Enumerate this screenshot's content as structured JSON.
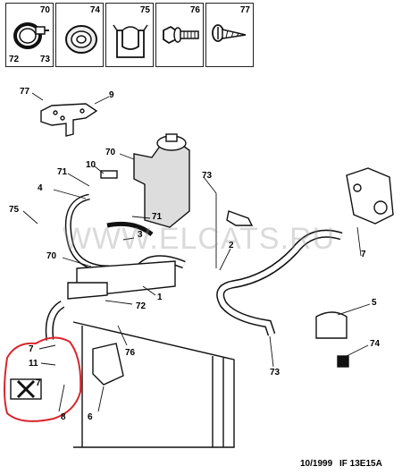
{
  "legend": {
    "cells": [
      {
        "tr": "70",
        "tl": "",
        "bl": "72",
        "br": "73",
        "icon": "hose-clamp-icon"
      },
      {
        "tr": "74",
        "tl": "",
        "bl": "",
        "br": "",
        "icon": "grommet-washer-icon"
      },
      {
        "tr": "75",
        "tl": "",
        "bl": "",
        "br": "",
        "icon": "plastic-clip-icon"
      },
      {
        "tr": "76",
        "tl": "",
        "bl": "",
        "br": "",
        "icon": "bolt-icon"
      },
      {
        "tr": "77",
        "tl": "",
        "bl": "",
        "br": "",
        "icon": "screw-icon"
      }
    ]
  },
  "callouts": {
    "c77": "77",
    "c9": "9",
    "c70a": "70",
    "c10": "10",
    "c71a": "71",
    "c73a": "73",
    "c4": "4",
    "c71b": "71",
    "c75": "75",
    "c3": "3",
    "c70b": "70",
    "c2": "2",
    "c1": "1",
    "c72": "72",
    "c7a": "7",
    "c76": "76",
    "c5": "5",
    "c7b": "7",
    "c11": "11",
    "c74": "74",
    "c73b": "73",
    "c8": "8",
    "c6": "6",
    "c7c": "7"
  },
  "watermark": "WWW.ELCATS.RU",
  "footer": {
    "date": "10/1999",
    "ref": "IF 13E15A"
  },
  "colors": {
    "line": "#111111",
    "highlight": "#d9262c",
    "tank_fill": "#dddddd",
    "watermark": "#969696"
  }
}
